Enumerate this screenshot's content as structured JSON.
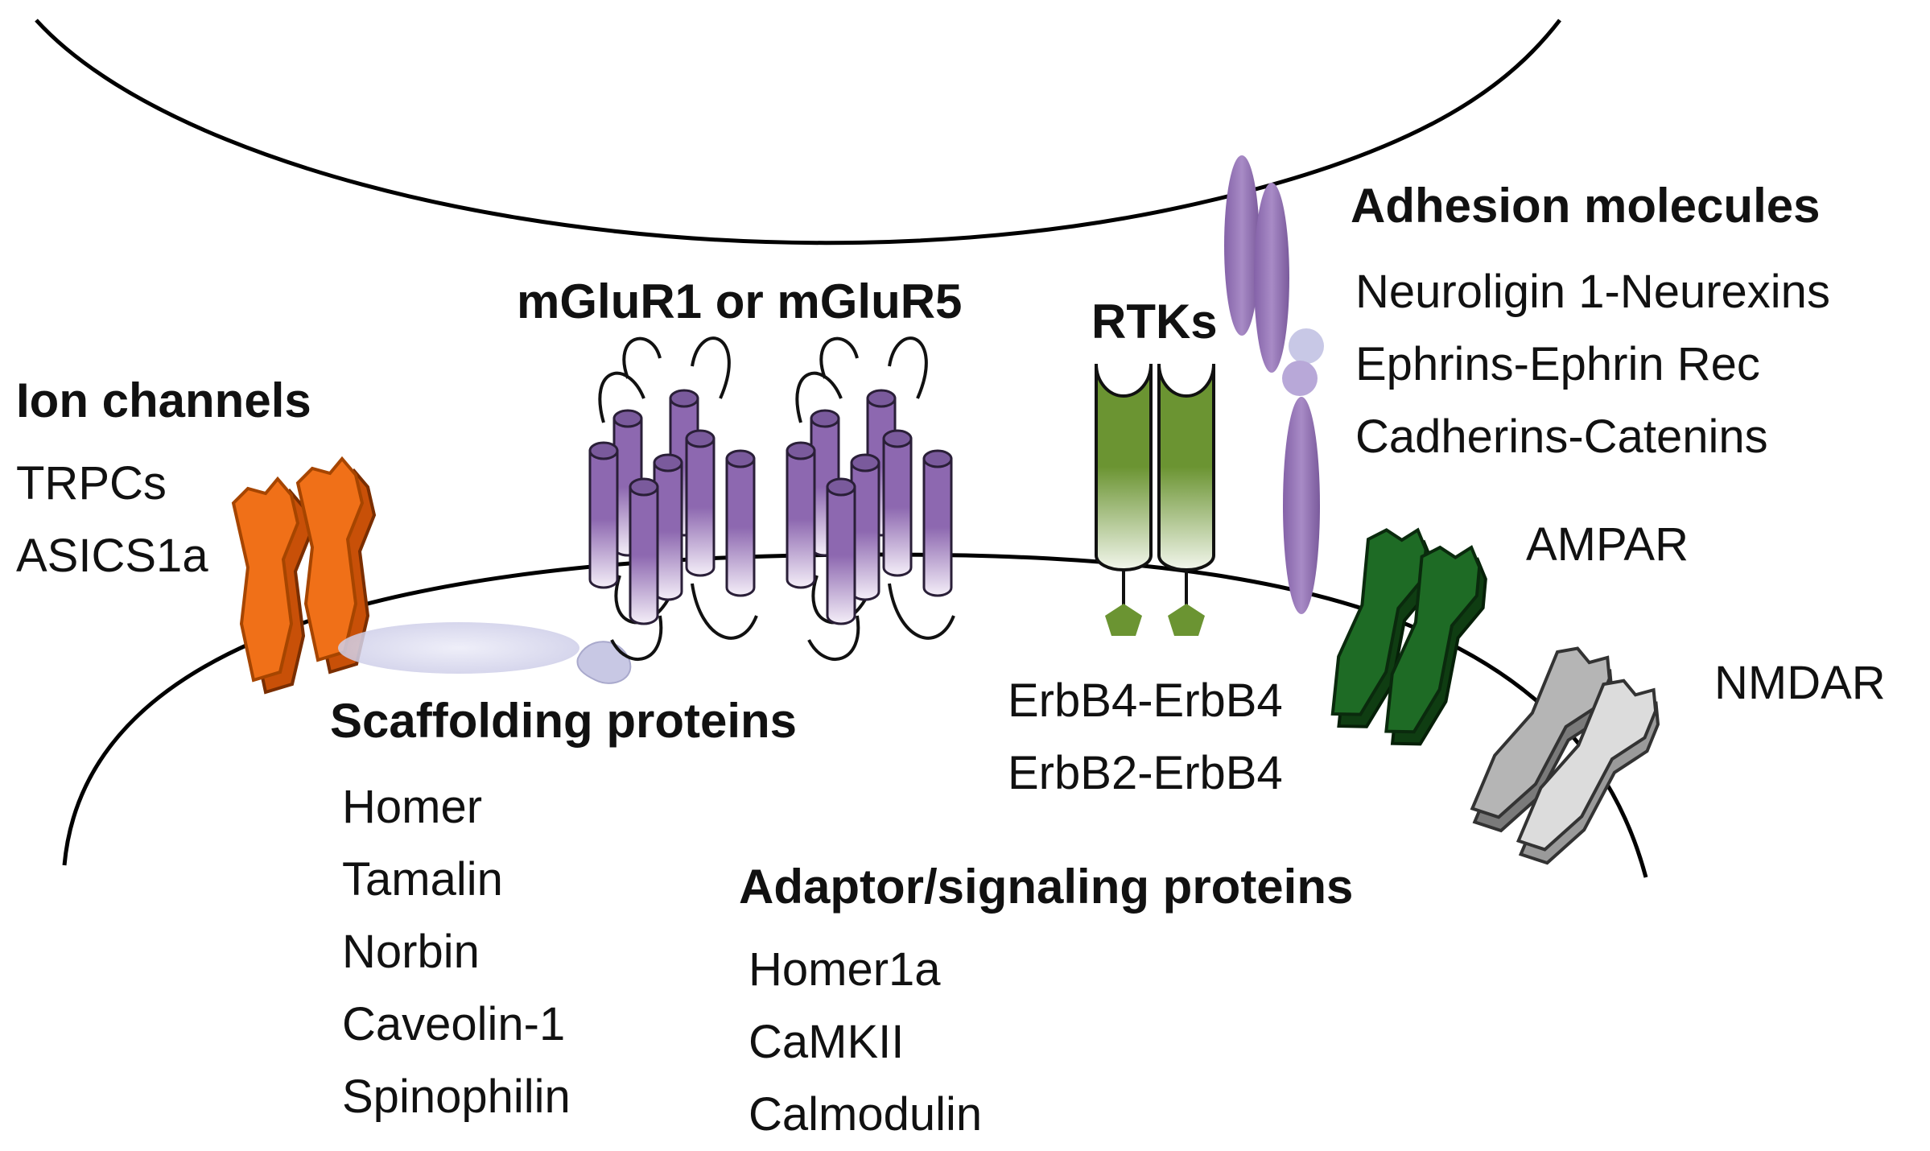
{
  "colors": {
    "membrane": "#000000",
    "ion_channel": "#f07018",
    "ion_channel_dark": "#c85008",
    "mglur": "#8d68b0",
    "mglur_dark": "#5a3f7a",
    "rtk": "#6b9432",
    "adhesion": "#9575b4",
    "adhesion_node": "#c8c8e6",
    "scaffold": "#d8d8ee",
    "ampar": "#1e6b25",
    "ampar_dark": "#0f3d12",
    "nmdar": "#c7c7c7",
    "nmdar_dark": "#7a7a7a"
  },
  "ion_channels": {
    "title": "Ion channels",
    "items": [
      "TRPCs",
      "ASICS1a"
    ],
    "icon": "ion-channel-icon"
  },
  "mglur": {
    "title": "mGluR1 or mGluR5",
    "icon": "seven-transmembrane-receptor-icon"
  },
  "rtks": {
    "title": "RTKs",
    "items": [
      "ErbB4-ErbB4",
      "ErbB2-ErbB4"
    ],
    "icon": "receptor-tyrosine-kinase-icon"
  },
  "adhesion": {
    "title": "Adhesion molecules",
    "items": [
      "Neuroligin 1-Neurexins",
      "Ephrins-Ephrin Rec",
      "Cadherins-Catenins"
    ],
    "icon": "adhesion-molecule-icon"
  },
  "scaffolding": {
    "title": "Scaffolding proteins",
    "items": [
      "Homer",
      "Tamalin",
      "Norbin",
      "Caveolin-1",
      "Spinophilin"
    ],
    "icon": "scaffold-protein-icon"
  },
  "adaptor": {
    "title": "Adaptor/signaling proteins",
    "items": [
      "Homer1a",
      "CaMKII",
      "Calmodulin"
    ]
  },
  "ampar": {
    "label": "AMPAR",
    "icon": "ampa-receptor-icon"
  },
  "nmdar": {
    "label": "NMDAR",
    "icon": "nmda-receptor-icon"
  }
}
